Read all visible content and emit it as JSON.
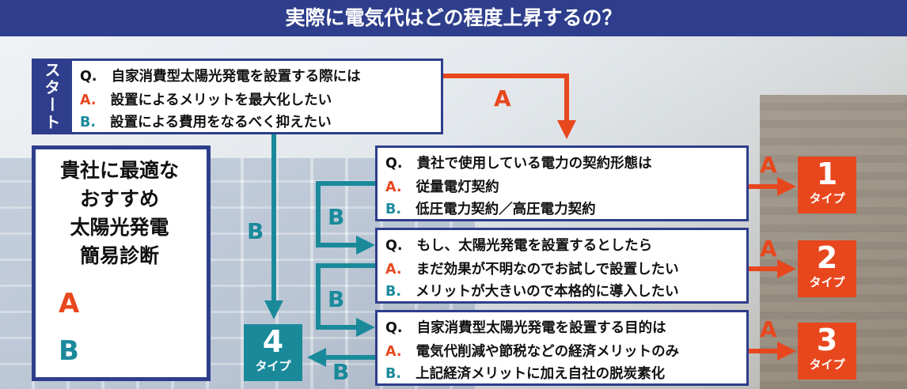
{
  "header": {
    "title": "実際に電気代はどの程度上昇するの？"
  },
  "start": {
    "label": "スタート"
  },
  "legend": {
    "title": [
      "貴社に最適な",
      "おすすめ",
      "太陽光発電",
      "簡易診断"
    ],
    "a_letter": "A",
    "b_letter": "B"
  },
  "q1": {
    "q_prefix": "Q.",
    "q": "自家消費型太陽光発電を設置する際には",
    "a_prefix": "A.",
    "a": "設置によるメリットを最大化したい",
    "b_prefix": "B.",
    "b": "設置による費用をなるべく抑えたい"
  },
  "q2": {
    "q_prefix": "Q.",
    "q": "貴社で使用している電力の契約形態は",
    "a_prefix": "A.",
    "a": "従量電灯契約",
    "b_prefix": "B.",
    "b": "低圧電力契約／高圧電力契約"
  },
  "q3": {
    "q_prefix": "Q.",
    "q": "もし、太陽光発電を設置するとしたら",
    "a_prefix": "A.",
    "a": "まだ効果が不明なのでお試しで設置したい",
    "b_prefix": "B.",
    "b": "メリットが大きいので本格的に導入したい"
  },
  "q4": {
    "q_prefix": "Q.",
    "q": "自家消費型太陽光発電を設置する目的は",
    "a_prefix": "A.",
    "a": "電気代削減や節税などの経済メリットのみ",
    "b_prefix": "B.",
    "b": "上記経済メリットに加え自社の脱炭素化"
  },
  "edges": {
    "q1_a": "A",
    "q1_b": "B",
    "q2_a": "A",
    "q2_b": "B",
    "q3_a": "A",
    "q3_b": "B",
    "q4_a": "A",
    "q4_b": "B"
  },
  "types": {
    "t1": {
      "num": "1",
      "label": "タイプ"
    },
    "t2": {
      "num": "2",
      "label": "タイプ"
    },
    "t3": {
      "num": "3",
      "label": "タイプ"
    },
    "t4": {
      "num": "4",
      "label": "タイプ"
    }
  },
  "colors": {
    "navy": "#2e3e8c",
    "orange": "#e8471e",
    "teal": "#1a8a9b"
  }
}
